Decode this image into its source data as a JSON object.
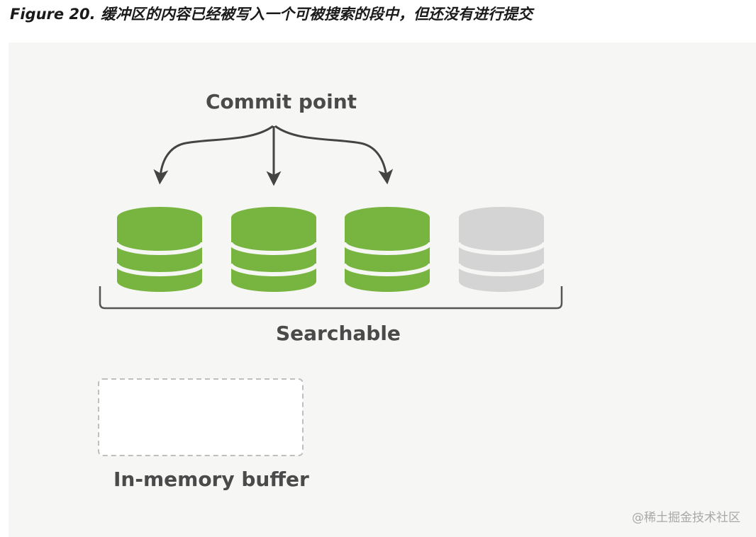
{
  "figure": {
    "caption": "Figure 20. 缓冲区的内容已经被写入一个可被搜索的段中，但还没有进行提交"
  },
  "diagram": {
    "commit_point_label": "Commit point",
    "searchable_label": "Searchable",
    "buffer_label": "In-memory buffer",
    "segments": [
      {
        "state": "committed",
        "color": "#78b540"
      },
      {
        "state": "committed",
        "color": "#78b540"
      },
      {
        "state": "committed",
        "color": "#78b540"
      },
      {
        "state": "uncommitted",
        "color": "#d4d4d4"
      }
    ],
    "colors": {
      "background": "#f6f7f4",
      "text": "#4a4a4a",
      "arrow": "#444444",
      "bracket": "#555555",
      "buffer_border": "#bfbfbf"
    }
  },
  "watermark": {
    "text": "@稀土掘金技术社区"
  }
}
